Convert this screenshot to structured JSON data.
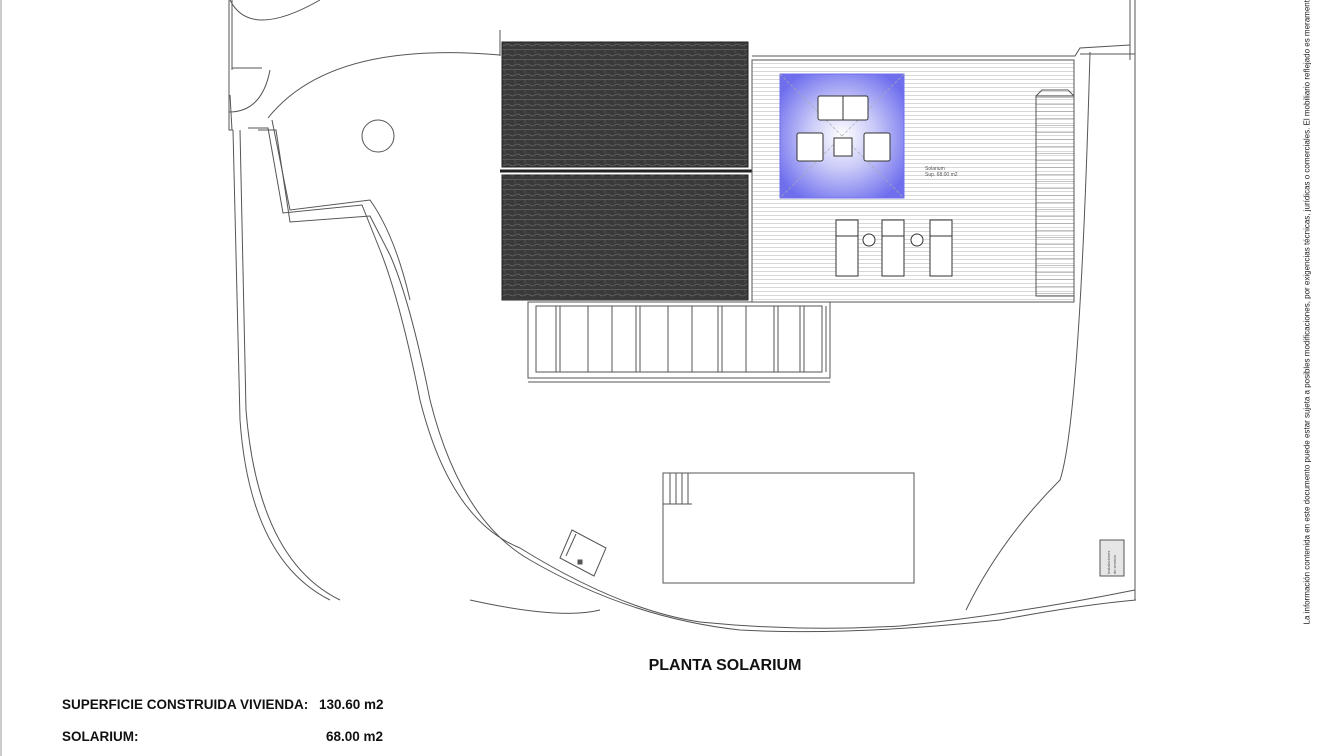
{
  "plan": {
    "title": "PLANTA SOLARIUM",
    "solarium_label": "Solarium",
    "solarium_sup": "Sup. 68.00 m2",
    "equipment_label_1": "Instalaciones",
    "equipment_label_2": "de servicio"
  },
  "areas": [
    {
      "label": "SUPERFICIE CONSTRUIDA VIVIENDA:",
      "value": "130.60 m2"
    },
    {
      "label": "SOLARIUM:",
      "value": "68.00 m2"
    }
  ],
  "disclaimer": "La información contenida en este documento puede estar sujeta a posibles modificaciones, por exigencias técnicas, jurídicas o comerciales. El mobiliario reflejado es meramente",
  "colors": {
    "line": "#222222",
    "tile": "#3a3a3a",
    "shade": "#7a7af0",
    "background": "#ffffff"
  }
}
